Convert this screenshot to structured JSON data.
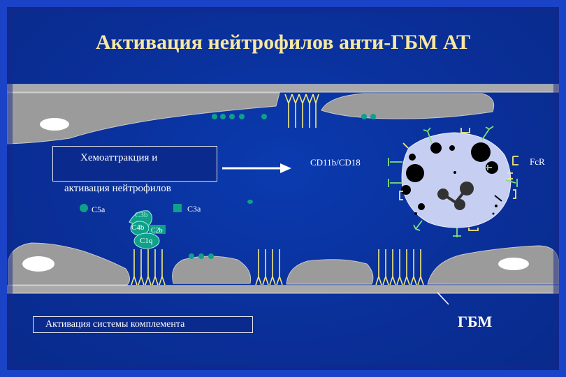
{
  "title": "Активация нейтрофилов анти-ГБМ АТ",
  "labels": {
    "chemo_line1": "Хемоаттракция и",
    "chemo_line2": "активация нейтрофилов",
    "cd11b": "CD11b/CD18",
    "fcr": "FcR",
    "c5a": "C5a",
    "c3a": "C3a",
    "c3b": "C3b",
    "c4b": "C4b",
    "c2b": "C2b",
    "c1q": "C1q",
    "complement": "Активация системы комплемента",
    "gbm": "ГБМ"
  },
  "colors": {
    "background": "#0a2f98",
    "title": "#f6e7a2",
    "membrane": "#a9a9a9",
    "cell": "#9b9b9b",
    "nucleus": "#ffffff",
    "neutrophil": "#c6cff2",
    "granule": "#000000",
    "teal": "#0fa08a",
    "antibody": "#f3e97a",
    "receptor": "#7fe07a"
  }
}
